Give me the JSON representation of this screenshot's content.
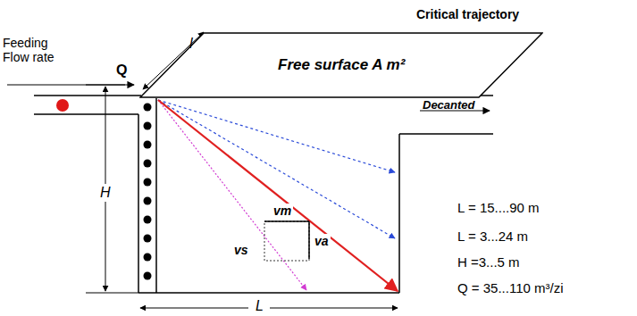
{
  "diagram": {
    "title": "Critical trajectory",
    "nodes": [
      {
        "text": [
          "Free surface A m²"
        ]
      }
    ],
    "labels": [
      "Feeding Flow rate",
      "l",
      "Q",
      "Decanted",
      "H",
      "vm",
      "va",
      "vs",
      "L",
      "L = 15....90 m",
      "L = 3...24 m",
      "H =3...5 m",
      "Q = 35...110 m³/zi"
    ]
  }
}
